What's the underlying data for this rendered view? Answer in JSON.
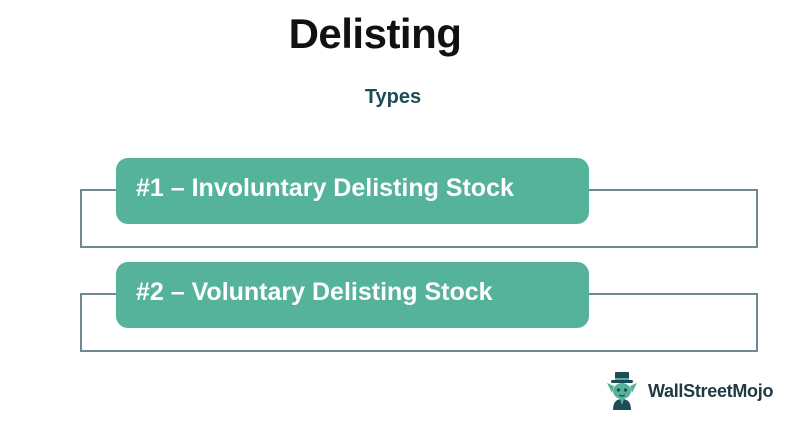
{
  "diagram": {
    "title": "Delisting",
    "subtitle": "Types",
    "items": [
      {
        "label": "#1 – Involuntary Delisting Stock"
      },
      {
        "label": "#2 – Voluntary Delisting Stock"
      }
    ]
  },
  "brand": {
    "name": "WallStreetMojo",
    "icon": "wallstreetmojo-mascot-icon"
  },
  "colors": {
    "accent": "#55b29b",
    "subtitle": "#1f4b57",
    "frame": "#6f8891",
    "title": "#111111"
  }
}
